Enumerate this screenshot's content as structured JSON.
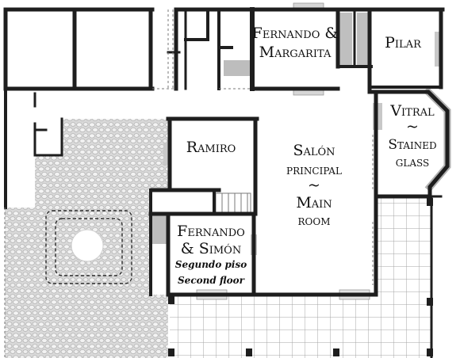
{
  "rooms": {
    "fernando_margarita": {
      "line1": "Fernando &",
      "line2": "Margarita"
    },
    "pilar": {
      "name": "Pilar"
    },
    "vitral": {
      "line1": "Vitral",
      "line2": "~",
      "line3": "Stained",
      "line4": "glass"
    },
    "ramiro": {
      "name": "Ramiro"
    },
    "salon": {
      "line1": "Salón",
      "line2": "principal",
      "line3": "~",
      "line4": "Main",
      "line5": "room"
    },
    "fernando_simon": {
      "line1": "Fernando",
      "line2": "& Simón",
      "line3": "Segundo piso",
      "line4": "Second floor"
    }
  },
  "colors": {
    "wall": "#1e1e1e",
    "floor": "#ffffff",
    "courtyard": "#d7d7d7",
    "tile_lines": "#9a9a9a",
    "stairs": "#bdbdbd"
  }
}
